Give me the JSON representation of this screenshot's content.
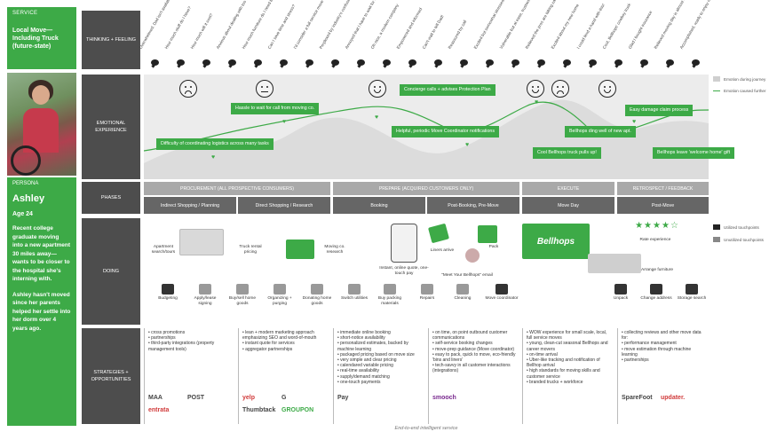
{
  "sidebar": {
    "service_label": "SERVICE",
    "service_title": "Local Move—Including Truck (future-state)",
    "persona_label": "PERSONA",
    "persona_name": "Ashley",
    "persona_age": "Age 24",
    "persona_desc1": "Recent college graduate moving into a new apartment 30 miles away—wants to be closer to the hospital she's interning with.",
    "persona_desc2": "Ashley hasn't moved since her parents helped her settle into her dorm over 4 years ago."
  },
  "rows": {
    "thinking": "THINKING + FEELING",
    "emotional": "EMOTIONAL EXPERIENCE",
    "phases": "PHASES",
    "doing": "DOING",
    "strategies": "STRATEGIES + OPPORTUNITIES"
  },
  "thoughts": [
    "Overwhelmed. Dad isn't available this time.",
    "How much stuff do I have?",
    "How much will it cost?",
    "Anxious about dealing with too many people",
    "How much furniture do I need to buy?",
    "Can I save time and stress?",
    "I'd consider a full service move",
    "Perplexed by industry's confusing jargon",
    "Annoyed that I have to wait for call back",
    "Oh nice, a modern company",
    "Empowered and informed",
    "Can't wait to tell Dad!",
    "Reassured by call",
    "Excited but somewhat stressed",
    "Vulnerable but at ease, trustworthy team",
    "Relieved the pros are taking care of it",
    "Excited about my new home",
    "I could lend a hand with this!",
    "Cool, Bellhops' cowboy truck",
    "Glad I bought insurance",
    "Relieved moving day is almost over",
    "Accomplished, ready to enjoy new home"
  ],
  "emotional": {
    "callouts": [
      "Difficulty of coordinating logistics across many tasks",
      "Hassle to wait for call from moving co.",
      "Concierge calls + advises Protection Plan",
      "Helpful, periodic Move Coordinator notifications",
      "Cool Bellhops truck pulls up!",
      "Bellhops ding well of new apt.",
      "Easy damage claim process",
      "Bellhops leave 'welcome home' gift"
    ],
    "legend": [
      {
        "label": "Emotion during journey",
        "color": "#cfcfcf"
      },
      {
        "label": "Emotion caused further",
        "color": "#3daa47"
      }
    ]
  },
  "phases": {
    "main": [
      "PROCUREMENT (all prospective consumers)",
      "PREPARE (acquired customers only)",
      "EXECUTE",
      "RETROSPECT / FEEDBACK"
    ],
    "sub": [
      "Indirect Shopping / Planning",
      "Direct Shopping / Research",
      "Booking",
      "Post-Booking, Pre-Move",
      "Move Day",
      "Post-Move"
    ]
  },
  "doing": {
    "top": [
      "Apartment search/tours",
      "Truck rental pricing",
      "Moving co. research",
      "Instant, online quote, one-touch pay",
      "Liners arrive",
      "Pack",
      "\"Meet Your Bellhops\" email",
      "Rate experience",
      "Arrange furniture"
    ],
    "bottom": [
      "Budgeting",
      "Apply/lease signing",
      "Buy/sell home goods",
      "Organizing + purging",
      "Donating home goods",
      "Switch utilities",
      "Buy packing materials",
      "Repairs",
      "Cleaning",
      "Move coordinator",
      "Unpack",
      "Change address",
      "Storage search"
    ],
    "legend": [
      {
        "label": "Utilized touchpoints",
        "color": "#222222"
      },
      {
        "label": "Unutilized touchpoints",
        "color": "#888888"
      }
    ],
    "truck_text": "Bellhops"
  },
  "strategies": [
    {
      "items": [
        "cross promotions",
        "partnerships",
        "third-party integrations (property management tools)"
      ],
      "brands": [
        "MAA",
        "POST",
        "entrata"
      ]
    },
    {
      "items": [
        "lean + modern marketing approach emphasizing SEO and word-of-mouth",
        "instant quote for services",
        "aggregator partnerships"
      ],
      "brands": [
        "yelp",
        "G",
        "Thumbtack",
        "GROUPON"
      ]
    },
    {
      "items": [
        "immediate online booking",
        "short-notice availability",
        "personalized estimates, backed by machine learning",
        "packaged pricing based on move size",
        "very simple and clear pricing",
        "calendared variable pricing",
        "real-time availability",
        "supply/demand matching",
        "one-touch payments"
      ],
      "brands": [
        "Pay"
      ]
    },
    {
      "items": [
        "on time, on point outbound customer communications",
        "self-service booking changes",
        "move-prep guidance (Move coordinator)",
        "easy to pack, quick to move, eco-friendly 'bins and liners'",
        "tech-savvy in all customer interactions (integrations)"
      ],
      "brands": [
        "smooch"
      ]
    },
    {
      "items": [
        "WOW experience for small scale, local, full service moves",
        "young, clean-cut seasonal Bellhops and career movers",
        "on-time arrival",
        "Uber-like tracking and notification of Bellhop arrival",
        "high standards for moving skills and customer service",
        "branded trucks + workforce"
      ],
      "brands": []
    },
    {
      "items": [
        "collecting reviews and other move data for:",
        "performance management",
        "move estimation through machine learning",
        "partnerships"
      ],
      "brands": [
        "SpareFoot",
        "updater."
      ]
    }
  ],
  "footer": "End-to-end intelligent service"
}
